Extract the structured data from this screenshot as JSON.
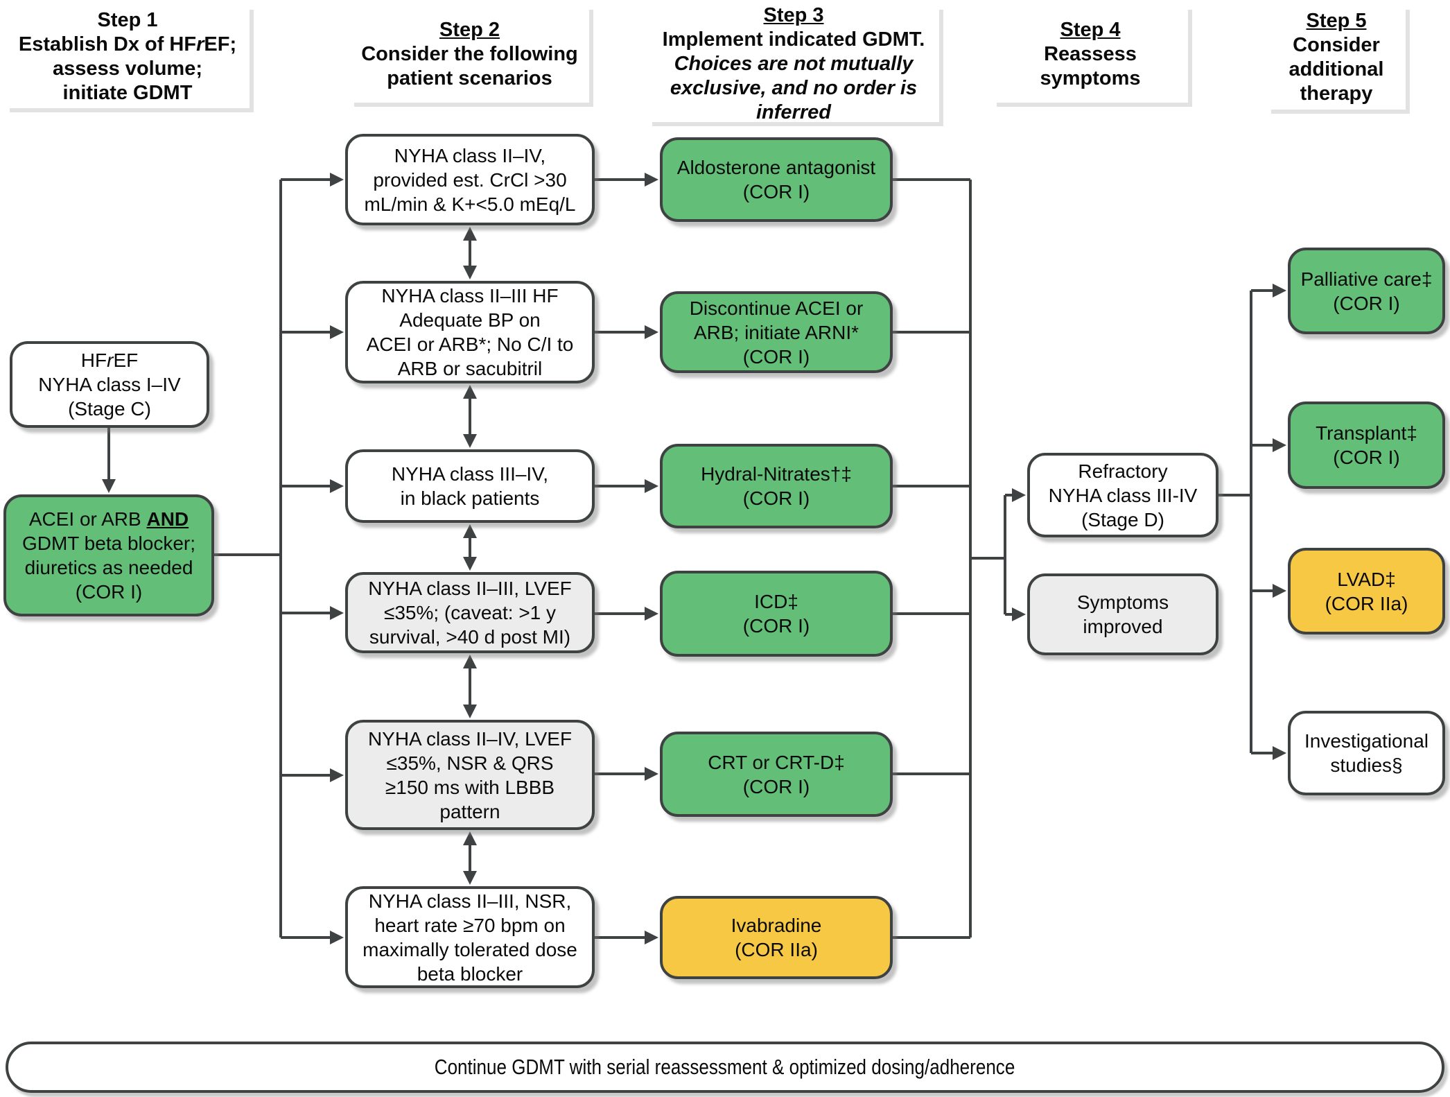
{
  "colors": {
    "green": "#63bf77",
    "yellow": "#f7c844",
    "gray_fill": "#ececec",
    "line": "#3f4242"
  },
  "headers": {
    "step1": {
      "title": "Step 1",
      "dx_pre": "Establish Dx of HF",
      "dx_italic": "r",
      "dx_post": "EF;",
      "lines": [
        "assess volume;",
        "initiate GDMT"
      ]
    },
    "step2": {
      "title": "Step 2",
      "lines": [
        "Consider the following",
        "patient scenarios"
      ]
    },
    "step3": {
      "title": "Step 3",
      "line1": "Implement indicated GDMT.",
      "italic_lines": [
        "Choices are not mutually",
        "exclusive, and no order is",
        "inferred"
      ]
    },
    "step4": {
      "title": "Step 4",
      "lines": [
        "Reassess",
        "symptoms"
      ]
    },
    "step5": {
      "title": "Step 5",
      "lines": [
        "Consider",
        "additional",
        "therapy"
      ]
    }
  },
  "step1_boxes": {
    "hfref": {
      "pre": "HF",
      "italic": "r",
      "post": "EF",
      "lines": [
        "NYHA class I–IV",
        "(Stage C)"
      ]
    },
    "gdmt": {
      "pre": "ACEI or ARB ",
      "emph": "AND",
      "lines": [
        "GDMT beta blocker;",
        "diuretics as needed",
        "(COR I)"
      ]
    }
  },
  "scenarios": [
    {
      "lines": [
        "NYHA class II–IV,",
        "provided est. CrCl >30",
        "mL/min & K+<5.0 mEq/L"
      ]
    },
    {
      "lines": [
        "NYHA class II–III HF",
        "Adequate BP on",
        "ACEI or ARB*; No C/I to",
        "ARB or sacubitril"
      ]
    },
    {
      "lines": [
        "NYHA class III–IV,",
        "in black patients"
      ]
    },
    {
      "lines": [
        "NYHA class II–III, LVEF",
        "≤35%; (caveat: >1 y",
        "survival, >40 d post MI)"
      ]
    },
    {
      "lines": [
        "NYHA class II–IV, LVEF",
        "≤35%, NSR & QRS",
        "≥150 ms with LBBB",
        "pattern"
      ]
    },
    {
      "lines": [
        "NYHA class II–III, NSR,",
        "heart rate ≥70 bpm on",
        "maximally tolerated dose",
        "beta blocker"
      ]
    }
  ],
  "treatments": [
    {
      "lines": [
        "Aldosterone antagonist",
        "(COR I)"
      ]
    },
    {
      "lines": [
        "Discontinue ACEI or",
        "ARB; initiate ARNI*",
        "(COR I)"
      ]
    },
    {
      "lines": [
        "Hydral-Nitrates†‡",
        "(COR I)"
      ]
    },
    {
      "lines": [
        "ICD‡",
        "(COR I)"
      ]
    },
    {
      "lines": [
        "CRT or CRT-D‡",
        "(COR I)"
      ]
    },
    {
      "lines": [
        "Ivabradine",
        "(COR IIa)"
      ]
    }
  ],
  "reassess": [
    {
      "lines": [
        "Refractory",
        "NYHA class III-IV",
        "(Stage D)"
      ]
    },
    {
      "lines": [
        "Symptoms",
        "improved"
      ]
    }
  ],
  "additional": [
    {
      "lines": [
        "Palliative care‡",
        "(COR I)"
      ]
    },
    {
      "lines": [
        "Transplant‡",
        "(COR I)"
      ]
    },
    {
      "lines": [
        "LVAD‡",
        "(COR IIa)"
      ]
    },
    {
      "lines": [
        "Investigational",
        "studies§"
      ]
    }
  ],
  "banner": {
    "text": "Continue GDMT with serial reassessment & optimized dosing/adherence"
  }
}
